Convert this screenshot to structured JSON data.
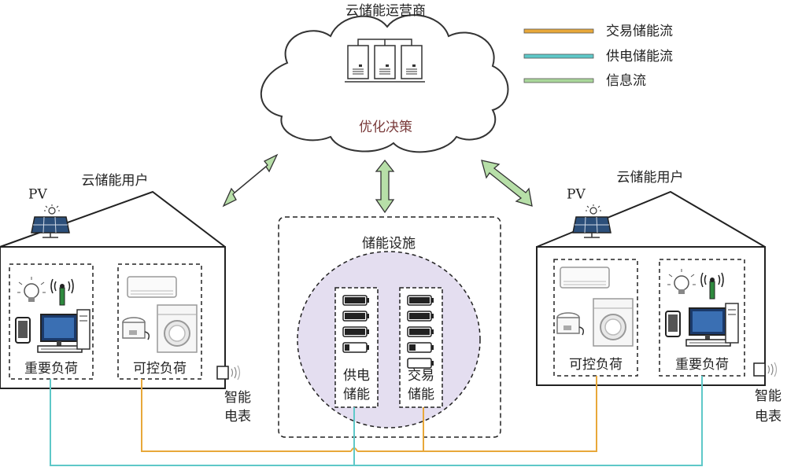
{
  "operator": {
    "title": "云储能运营商",
    "decision": "优化决策"
  },
  "legend": [
    {
      "label": "交易储能流",
      "color": "#e8a83a"
    },
    {
      "label": "供电储能流",
      "color": "#5ec8c8"
    },
    {
      "label": "信息流",
      "color": "#a9d79a"
    }
  ],
  "left_user": {
    "title": "云储能用户",
    "pv": "PV",
    "important_load": "重要负荷",
    "controllable_load": "可控负荷",
    "meter_line1": "智能",
    "meter_line2": "电表"
  },
  "right_user": {
    "title": "云储能用户",
    "pv": "PV",
    "important_load": "重要负荷",
    "controllable_load": "可控负荷",
    "meter_line1": "智能",
    "meter_line2": "电表"
  },
  "facility": {
    "title": "储能设施",
    "supply_line1": "供电",
    "supply_line2": "储能",
    "trade_line1": "交易",
    "trade_line2": "储能"
  },
  "colors": {
    "trade_flow": "#e8a83a",
    "supply_flow": "#5ec8c8",
    "info_flow": "#a9d79a",
    "facility_fill": "#e4def0"
  }
}
